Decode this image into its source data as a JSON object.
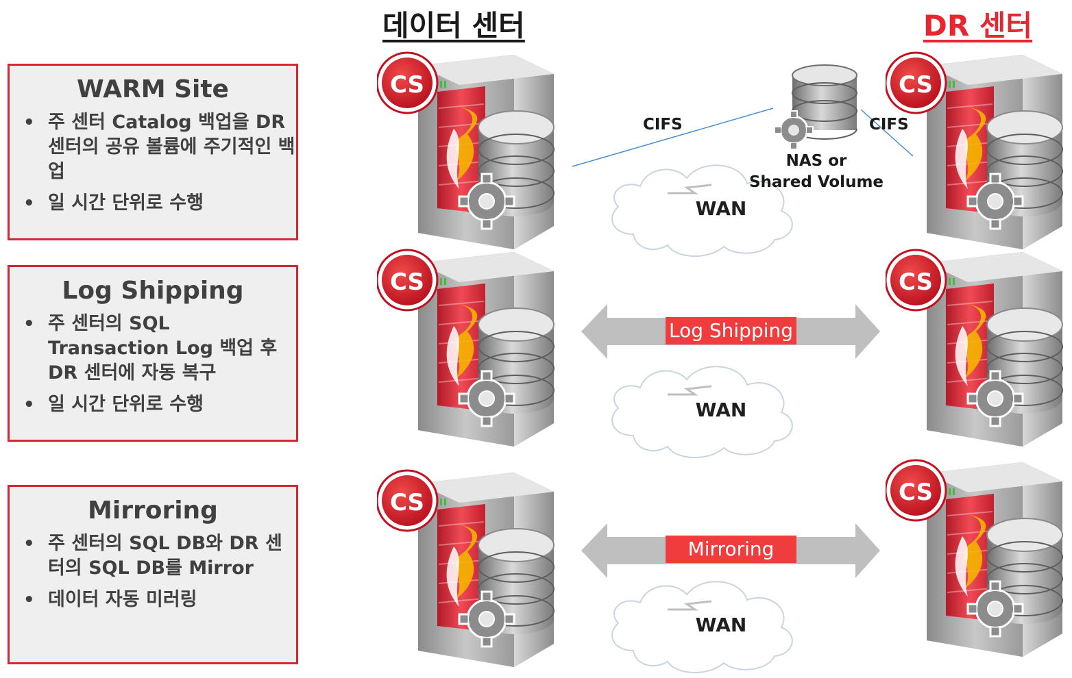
{
  "headers": {
    "data_center": "데이터 센터",
    "dr_center": "DR 센터"
  },
  "colors": {
    "accent_red": "#e8262f",
    "box_border": "#d42734",
    "label_bg": "#f03c3c"
  },
  "boxes": [
    {
      "title": "WARM Site",
      "bullets": [
        "주 센터 Catalog 백업을 DR 센터의 공유 볼륨에 주기적인 백업",
        "일 시간 단위로 수행"
      ]
    },
    {
      "title": "Log Shipping",
      "bullets": [
        "주 센터의 SQL Transaction Log 백업 후 DR 센터에 자동 복구",
        "일 시간 단위로 수행"
      ]
    },
    {
      "title": "Mirroring",
      "bullets": [
        "주 센터의 SQL DB와 DR 센터의 SQL DB를 Mirror",
        "데이터 자동 미러링"
      ]
    }
  ],
  "server_badge": "CS",
  "row1": {
    "cifs_left": "CIFS",
    "cifs_right": "CIFS",
    "nas_line1": "NAS or",
    "nas_line2": "Shared Volume",
    "wan": "WAN"
  },
  "row2": {
    "link_label": "Log Shipping",
    "wan": "WAN"
  },
  "row3": {
    "link_label": "Mirroring",
    "wan": "WAN"
  },
  "icons": [
    "server-icon",
    "database-icon",
    "gear-icon",
    "cloud-icon",
    "lightning-icon",
    "double-arrow-icon",
    "nas-storage-icon"
  ]
}
